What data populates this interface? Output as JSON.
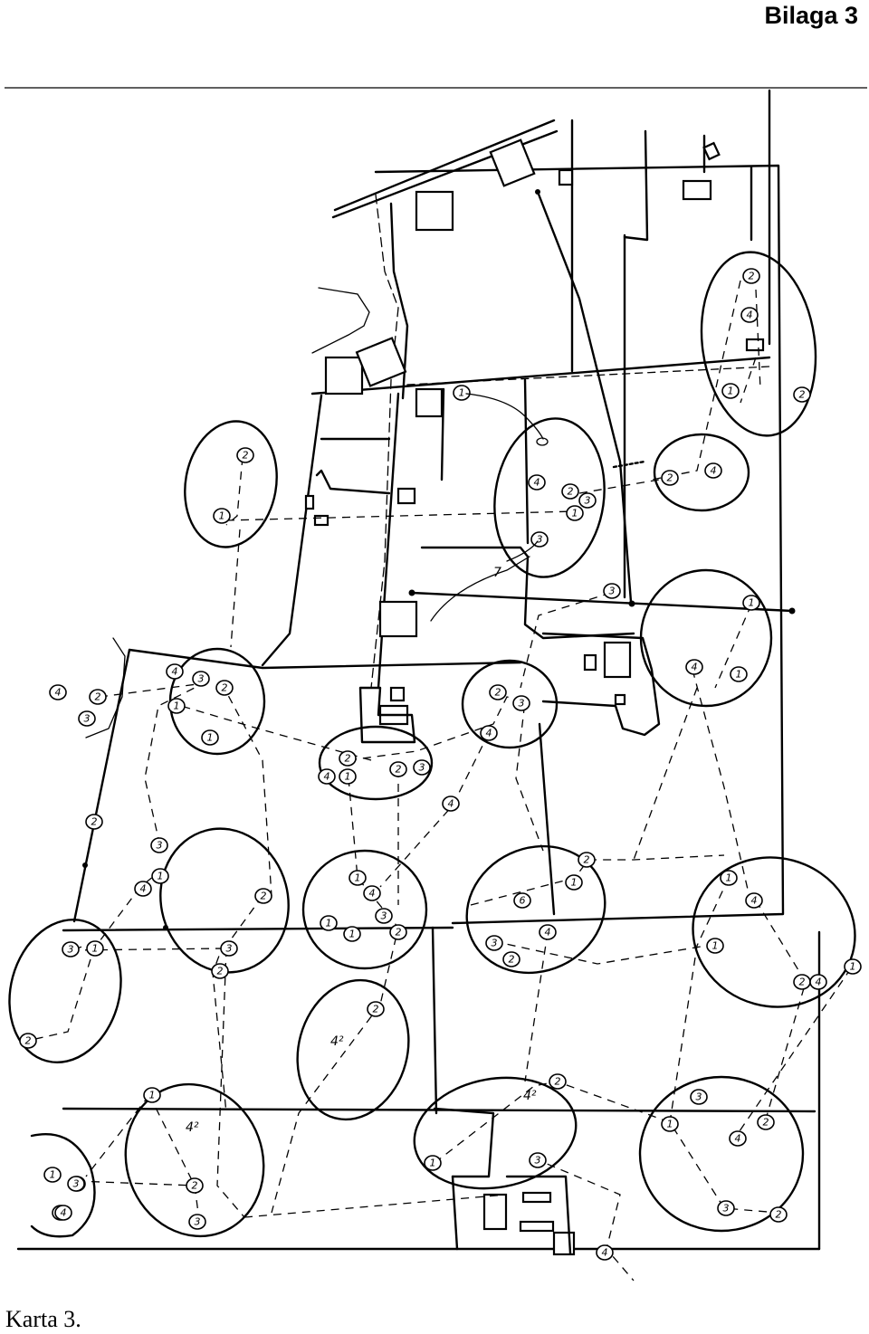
{
  "header": {
    "title": "Bilaga 3"
  },
  "caption": "Karta 3.",
  "territories": [
    {
      "id": "t-top-right",
      "markers": [
        "2",
        "4",
        "1",
        "2"
      ]
    },
    {
      "id": "t-right-upper",
      "markers": [
        "2",
        "4"
      ]
    },
    {
      "id": "t-upper-left",
      "markers": [
        "2",
        "1"
      ]
    },
    {
      "id": "t-upper-center",
      "markers": [
        "4",
        "2",
        "3",
        "1",
        "3"
      ]
    },
    {
      "id": "t-right-middle",
      "markers": [
        "3",
        "1",
        "4",
        "1"
      ]
    },
    {
      "id": "t-center-small",
      "markers": [
        "2",
        "3",
        "4"
      ]
    },
    {
      "id": "t-left-middle",
      "markers": [
        "4",
        "3",
        "2",
        "1",
        "1"
      ]
    },
    {
      "id": "t-center-left",
      "markers": [
        "2",
        "4",
        "1",
        "2",
        "3"
      ]
    },
    {
      "id": "t-left-lower",
      "markers": [
        "3",
        "4",
        "1",
        "2"
      ]
    },
    {
      "id": "t-center",
      "markers": [
        "1",
        "4",
        "3",
        "1",
        "1",
        "2"
      ]
    },
    {
      "id": "t-center-right",
      "markers": [
        "2",
        "1",
        "6",
        "3",
        "4",
        "2"
      ]
    },
    {
      "id": "t-right-lower",
      "markers": [
        "1",
        "4",
        "1",
        "2",
        "4",
        "1"
      ]
    },
    {
      "id": "t-left-bottom",
      "markers": [
        "3",
        "1",
        "3",
        "2",
        "2"
      ]
    },
    {
      "id": "t-center-lower",
      "markers": [
        "2"
      ]
    },
    {
      "id": "t-bottom-left",
      "markers": [
        "1",
        "3",
        "4",
        "2",
        "3"
      ]
    },
    {
      "id": "t-bottom-center",
      "markers": [
        "1",
        "3",
        "2"
      ]
    },
    {
      "id": "t-bottom-right",
      "markers": [
        "3",
        "1",
        "4",
        "2",
        "3",
        "2"
      ]
    },
    {
      "id": "t-bottom-far-left",
      "markers": [
        "1",
        "3",
        "4"
      ]
    }
  ],
  "labels": {
    "l1": "4²",
    "l2": "4²",
    "l3": "4²",
    "l4": "7",
    "l5": "4",
    "l6": "1",
    "l7": "4",
    "l8": "2",
    "l9": "4",
    "l10": "2",
    "l11": "3"
  }
}
